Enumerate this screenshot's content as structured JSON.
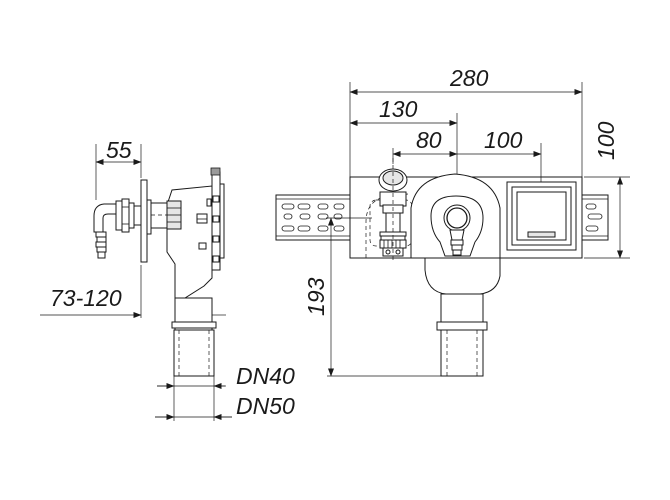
{
  "dimensions": {
    "width_total": "280",
    "width_130": "130",
    "width_80": "80",
    "width_100": "100",
    "height_100": "100",
    "height_193": "193",
    "depth_55": "55",
    "depth_range": "73-120",
    "pipe_dn40": "DN40",
    "pipe_dn50": "DN50"
  }
}
